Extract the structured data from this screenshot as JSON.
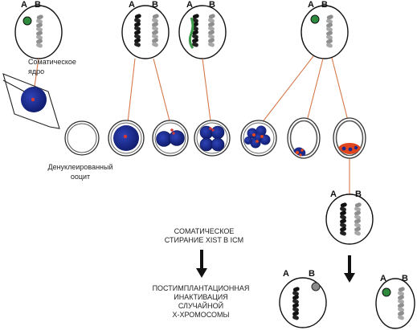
{
  "labels": {
    "a": "A",
    "b": "B"
  },
  "captions": {
    "somatic_nucleus": [
      "Соматическое",
      "ядро"
    ],
    "enucleated_oocyte": [
      "Денуклеированный",
      "ооцит"
    ],
    "erasure": [
      "СОМАТИЧЕСКОЕ",
      "СТИРАНИЕ XIST В ICM"
    ],
    "inactivation": [
      "ПОСТИМПЛАНТАЦИОННАЯ",
      "ИНАКТИВАЦИЯ",
      "СЛУЧАЙНОЙ",
      "Х-ХРОМОСОМЫ"
    ]
  },
  "colors": {
    "nucleus_blue": "#1a2a8c",
    "xist_red": "#e0451e",
    "arrow_red": "#d23a3a",
    "chrom_active": "#111111",
    "chrom_inactive": "#9a9a9a",
    "xist_green": "#2e8a3c"
  }
}
